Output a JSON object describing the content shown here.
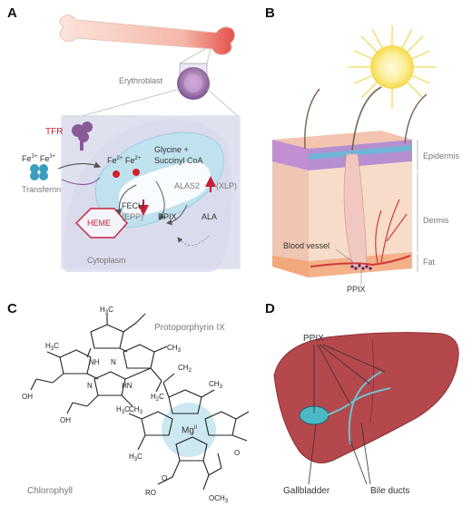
{
  "panels": {
    "a": {
      "letter": "A",
      "erythroblast": "Erythroblast",
      "tfr": "TFR",
      "fe3": "Fe",
      "fe3_sup": "3+",
      "fe2": "Fe",
      "fe2_sup": "2+",
      "transferrin": "Transferrin",
      "glycine": "Glycine +",
      "succinyl": "Succinyl CoA",
      "alas2": "ALAS2",
      "xlp": "(XLP)",
      "fech": "FECH",
      "epp": "(EPP)",
      "ppix": "PPIX",
      "ala": "ALA",
      "heme": "HEME",
      "cytoplasm": "Cytoplasm"
    },
    "b": {
      "letter": "B",
      "epidermis": "Epidermis",
      "dermis": "Dermis",
      "fat": "Fat",
      "blood_vessel": "Blood vessel",
      "ppix": "PPIX"
    },
    "c": {
      "letter": "C",
      "protoporphyrin": "Protoporphyrin IX",
      "chlorophyll": "Chlorophyll",
      "mg": "Mg",
      "mg_sup": "II"
    },
    "d": {
      "letter": "D",
      "ppix": "PPIX",
      "gallbladder": "Gallbladder",
      "bile_ducts": "Bile ducts"
    }
  },
  "colors": {
    "cytoplasm_fill": "#dde0ee",
    "mito_fill": "#bfe2ee",
    "red": "#c8203a",
    "skin": "#f6d9c7",
    "liver": "#b5484c",
    "sun": "#f7e15a"
  }
}
